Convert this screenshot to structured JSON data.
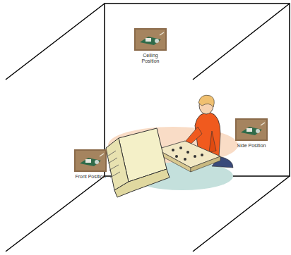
{
  "diagram": {
    "labels": [
      "Ceiling Position",
      "Front Position",
      "Side Position"
    ]
  }
}
